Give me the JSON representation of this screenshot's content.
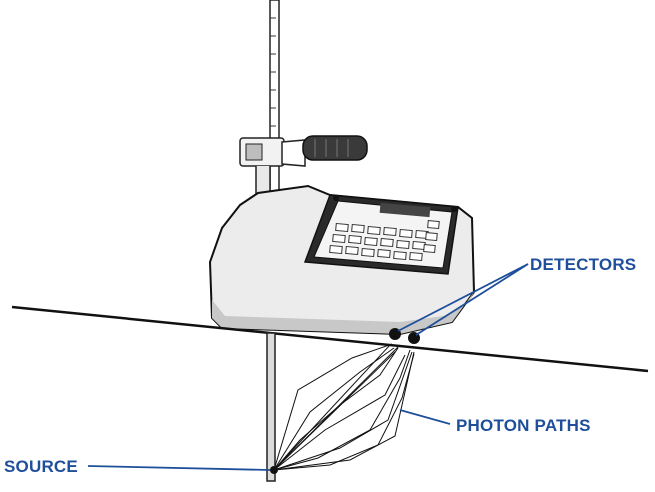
{
  "labels": {
    "detectors": "DETECTORS",
    "photon_paths": "PHOTON PATHS",
    "source": "SOURCE"
  },
  "colors": {
    "label": "#1f4f9a",
    "line_art": "#111111",
    "gauge_body": "#ececec",
    "gauge_shadow": "#c8c8c8",
    "keypad": "#ffffff"
  }
}
